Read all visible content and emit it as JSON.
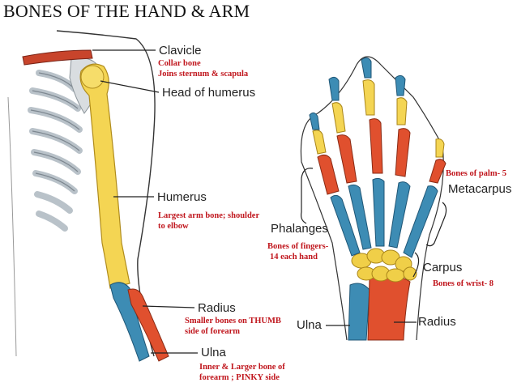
{
  "title": "BONES OF THE HAND & ARM",
  "colors": {
    "note_text": "#c0161d",
    "humerus": "#f4d553",
    "radius": "#e0502e",
    "ulna": "#3d8cb4",
    "rib": "#b9c2c9",
    "carpal": "#f0cf48"
  },
  "arm": {
    "clavicle": {
      "name": "Clavicle",
      "note_line1": "Collar bone",
      "note_line2": "Joins sternum & scapula"
    },
    "head_of_humerus": {
      "name": "Head of humerus"
    },
    "humerus": {
      "name": "Humerus",
      "note_line1": "Largest arm bone; shoulder",
      "note_line2": "to elbow"
    },
    "radius": {
      "name": "Radius",
      "note_line1": "Smaller bones on THUMB",
      "note_line2": "side of forearm"
    },
    "ulna": {
      "name": "Ulna",
      "note_line1": "Inner & Larger bone of",
      "note_line2": "forearm ; PINKY side"
    }
  },
  "hand": {
    "phalanges": {
      "name": "Phalanges",
      "note_line1": "Bones of fingers-",
      "note_line2": "14 each hand"
    },
    "metacarpus": {
      "name": "Metacarpus",
      "note": "Bones of palm- 5"
    },
    "carpus": {
      "name": "Carpus",
      "note": "Bones of wrist- 8"
    },
    "ulna": {
      "name": "Ulna"
    },
    "radius": {
      "name": "Radius"
    }
  }
}
